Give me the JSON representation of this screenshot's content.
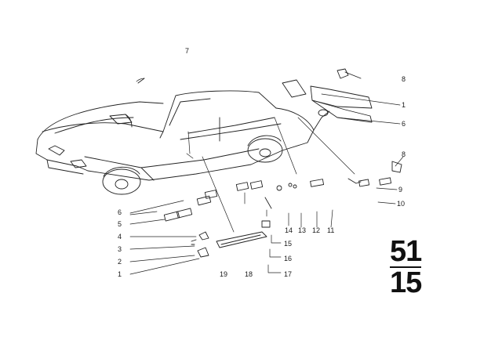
{
  "diagram": {
    "callouts": [
      {
        "id": "c7",
        "text": "7"
      },
      {
        "id": "c8a",
        "text": "8"
      },
      {
        "id": "c1a",
        "text": "1"
      },
      {
        "id": "c6a",
        "text": "6"
      },
      {
        "id": "c8b",
        "text": "8"
      },
      {
        "id": "c9",
        "text": "9"
      },
      {
        "id": "c10",
        "text": "10"
      },
      {
        "id": "c6b",
        "text": "6"
      },
      {
        "id": "c5",
        "text": "5"
      },
      {
        "id": "c4",
        "text": "4"
      },
      {
        "id": "c3",
        "text": "3"
      },
      {
        "id": "c2",
        "text": "2"
      },
      {
        "id": "c1b",
        "text": "1"
      },
      {
        "id": "c14",
        "text": "14"
      },
      {
        "id": "c13",
        "text": "13"
      },
      {
        "id": "c12",
        "text": "12"
      },
      {
        "id": "c11",
        "text": "11"
      },
      {
        "id": "c15",
        "text": "15"
      },
      {
        "id": "c16",
        "text": "16"
      },
      {
        "id": "c17",
        "text": "17"
      },
      {
        "id": "c19",
        "text": "19"
      },
      {
        "id": "c18",
        "text": "18"
      }
    ],
    "group_top": "51",
    "group_bottom": "15"
  }
}
